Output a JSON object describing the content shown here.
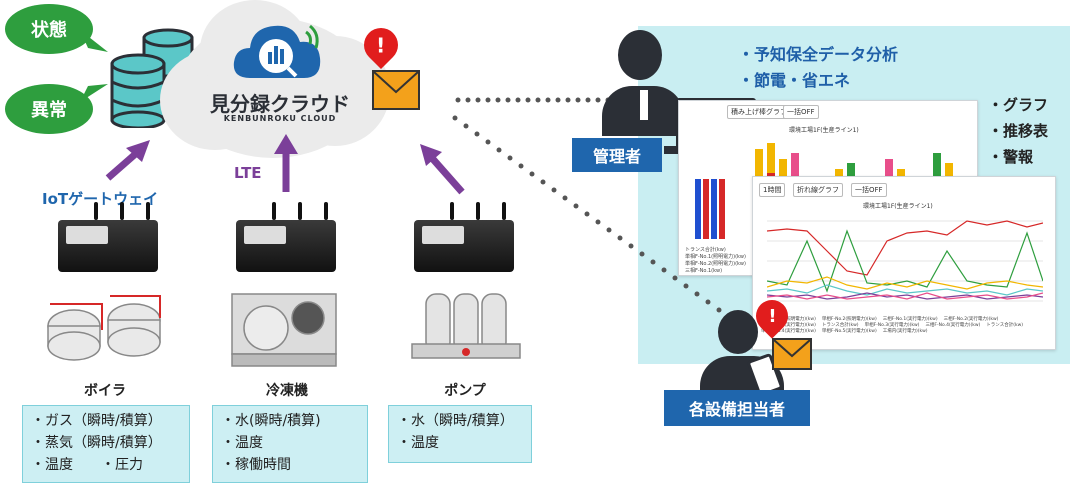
{
  "bubbles": {
    "status": "状態",
    "anomaly": "異常"
  },
  "cloud": {
    "name": "見分録クラウド",
    "subtitle": "KENBUNROKU CLOUD"
  },
  "arrows": {
    "gateway": "IoTゲートウェイ",
    "lte": "LTE"
  },
  "equipment": [
    {
      "name": "ボイラ",
      "specs": [
        "・ガス（瞬時/積算）",
        "・蒸気（瞬時/積算）",
        "・温度　　・圧力"
      ]
    },
    {
      "name": "冷凍機",
      "specs": [
        "・水(瞬時/積算)",
        "・温度",
        "・稼働時間"
      ]
    },
    {
      "name": "ポンプ",
      "specs": [
        "・水（瞬時/積算）",
        "・温度"
      ]
    }
  ],
  "manager": {
    "role": "管理者",
    "top_items": [
      "・予知保全データ分析",
      "・節電・省エネ"
    ],
    "side_items": [
      "・グラフ",
      "・推移表",
      "・警報"
    ]
  },
  "operator": {
    "role": "各設備担当者"
  },
  "back_chart": {
    "select_label": "積み上げ棒グラフ",
    "button_label": "一括OFF",
    "title": "環境工場1F(生産ライン1)",
    "legend": [
      "トランス合計(kw)",
      "単相F-No.1(照明電力)(kw)",
      "単相F-No.2(照明電力)(kw)",
      "三相F-No.1(kw)"
    ]
  },
  "front_chart": {
    "interval_label": "1時間",
    "select_label": "折れ線グラフ",
    "button_label": "一括OFF",
    "title": "環境工場1F(生産ライン1)",
    "legend": [
      "単相F-No.1(照明電力)(kw)",
      "単相F-No.2(照明電力)(kw)",
      "三相F-No.1(実行電力)(kw)",
      "三相F-No.2(実行電力)(kw)",
      "三相F-No.3(実行電力)(kw)",
      "トランス合計(kw)",
      "単相F-No.3(実行電力)(kw)",
      "三相F-No.4(実行電力)(kw)",
      "トランス合計(kw)",
      "単相F-No.4(実行電力)(kw)",
      "単相F-No.5(実行電力)(kw)",
      "工場内(実行電力)(kw)"
    ]
  },
  "colors": {
    "bubble": "#2e9e3e",
    "arrow": "#7b3f99",
    "gateway_text": "#1f66ad",
    "role_box": "#1f66ad",
    "panel": "#c9eef2",
    "spec_box": "#cdeff3",
    "alert": "#e11d1d",
    "envelope": "#f3a11b"
  },
  "icons": [
    "database-icon",
    "cloud-logo-icon",
    "alert-icon",
    "envelope-icon",
    "gateway-device-icon",
    "boiler-icon",
    "chiller-icon",
    "pump-icon",
    "person-icon",
    "laptop-icon",
    "smartphone-icon"
  ]
}
